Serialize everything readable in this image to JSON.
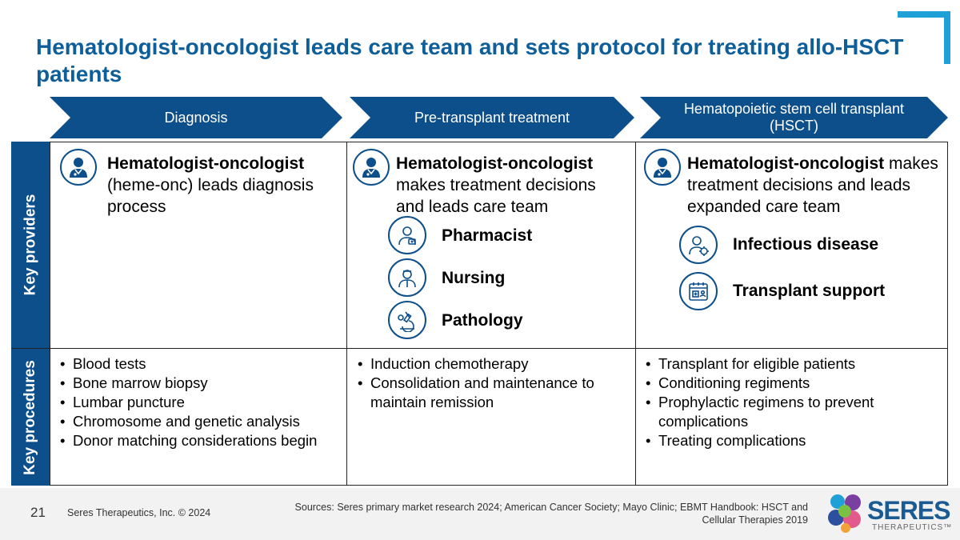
{
  "title": "Hematologist-oncologist leads care team and sets protocol for treating allo-HSCT patients",
  "phases": [
    "Diagnosis",
    "Pre-transplant treatment",
    "Hematopoietic stem cell transplant (HSCT)"
  ],
  "rows": {
    "providers": "Key providers",
    "procedures": "Key procedures"
  },
  "col1": {
    "lead_bold": "Hematologist-oncologist",
    "lead_rest": "(heme-onc) leads diagnosis process",
    "procedures": [
      "Blood tests",
      "Bone marrow biopsy",
      "Lumbar puncture",
      "Chromosome and genetic analysis",
      "Donor matching considerations begin"
    ]
  },
  "col2": {
    "lead_bold": "Hematologist-oncologist",
    "lead_rest": "makes treatment decisions and leads care team",
    "roles": [
      "Pharmacist",
      "Nursing",
      "Pathology"
    ],
    "procedures": [
      "Induction chemotherapy",
      "Consolidation and maintenance to maintain remission"
    ]
  },
  "col3": {
    "lead_bold": "Hematologist-oncologist",
    "lead_rest": "makes treatment decisions and leads expanded care team",
    "roles": [
      "Infectious disease",
      "Transplant support"
    ],
    "procedures": [
      "Transplant for eligible patients",
      "Conditioning regiments",
      "Prophylactic regimens to prevent complications",
      "Treating complications"
    ]
  },
  "footer": {
    "page_number": "21",
    "copyright": "Seres Therapeutics, Inc. © 2024",
    "sources": "Sources:  Seres primary market research 2024; American Cancer Society; Mayo Clinic; EBMT Handbook:  HSCT and Cellular Therapies 2019",
    "logo_word": "SERES",
    "logo_sub": "THERAPEUTICS™"
  },
  "icons": [
    "doctor-icon",
    "pharmacist-icon",
    "nurse-icon",
    "microscope-icon",
    "infectious-disease-icon",
    "calendar-icon"
  ],
  "colors": {
    "primary": "#0d4f8b",
    "title": "#0e5f99",
    "accent": "#1fa1d8"
  }
}
